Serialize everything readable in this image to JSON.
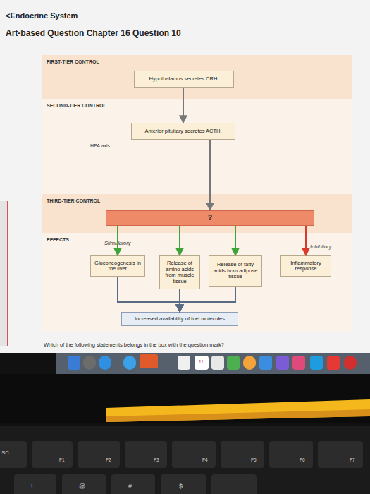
{
  "diagram": {
    "title": "Art-based Question Chapter 16 Question 10",
    "nodes": [
      {
        "text": [
          "FIRST-TIER CONTROL"
        ]
      },
      {
        "text": [
          "Hypothalamus secretes CRH."
        ],
        "in": 0
      },
      {
        "text": [
          "SECOND-TIER CONTROL"
        ]
      },
      {
        "text": [
          "Anterior pituitary secretes ACTH."
        ],
        "in": 2
      },
      {
        "text": [
          "THIRD-TIER CONTROL"
        ]
      },
      {
        "text": [
          "?"
        ],
        "in": 4
      },
      {
        "text": [
          "EFFECTS"
        ]
      },
      {
        "text": [
          "Gluconeogenesis in the liver"
        ],
        "in": 6
      },
      {
        "text": [
          "Release of amino acids from muscle tissue"
        ],
        "in": 6
      },
      {
        "text": [
          "Release of fatty acids from adipose tissue"
        ],
        "in": 6
      },
      {
        "text": [
          "Inflammatory response"
        ],
        "in": 6
      },
      {
        "text": [
          "Increased availability of fuel molecules"
        ],
        "in": 6
      }
    ],
    "edges": [
      {
        "from": 1,
        "to": 3,
        "arrow": "to"
      },
      {
        "from": 3,
        "to": 5,
        "arrow": "to"
      },
      {
        "from": 5,
        "to": 7,
        "arrow": "to"
      },
      {
        "from": 5,
        "to": 8,
        "arrow": "to"
      },
      {
        "from": 5,
        "to": 9,
        "arrow": "to"
      },
      {
        "from": 5,
        "to": 10,
        "arrow": "to"
      },
      {
        "from": 7,
        "to": 11,
        "arrow": "to"
      },
      {
        "from": 8,
        "to": 11,
        "arrow": "to"
      },
      {
        "from": 9,
        "to": 11,
        "arrow": "to"
      }
    ],
    "labels": [
      "<Endocrine System",
      "HPA axis",
      "Stimulatory",
      "Inhibitory",
      "Which of the following statements belongs in the box with the question mark?",
      "11",
      "SC",
      "F1",
      "F2",
      "F3",
      "F4",
      "F5",
      "F6",
      "F7",
      "!",
      "@",
      "#",
      "$"
    ]
  }
}
